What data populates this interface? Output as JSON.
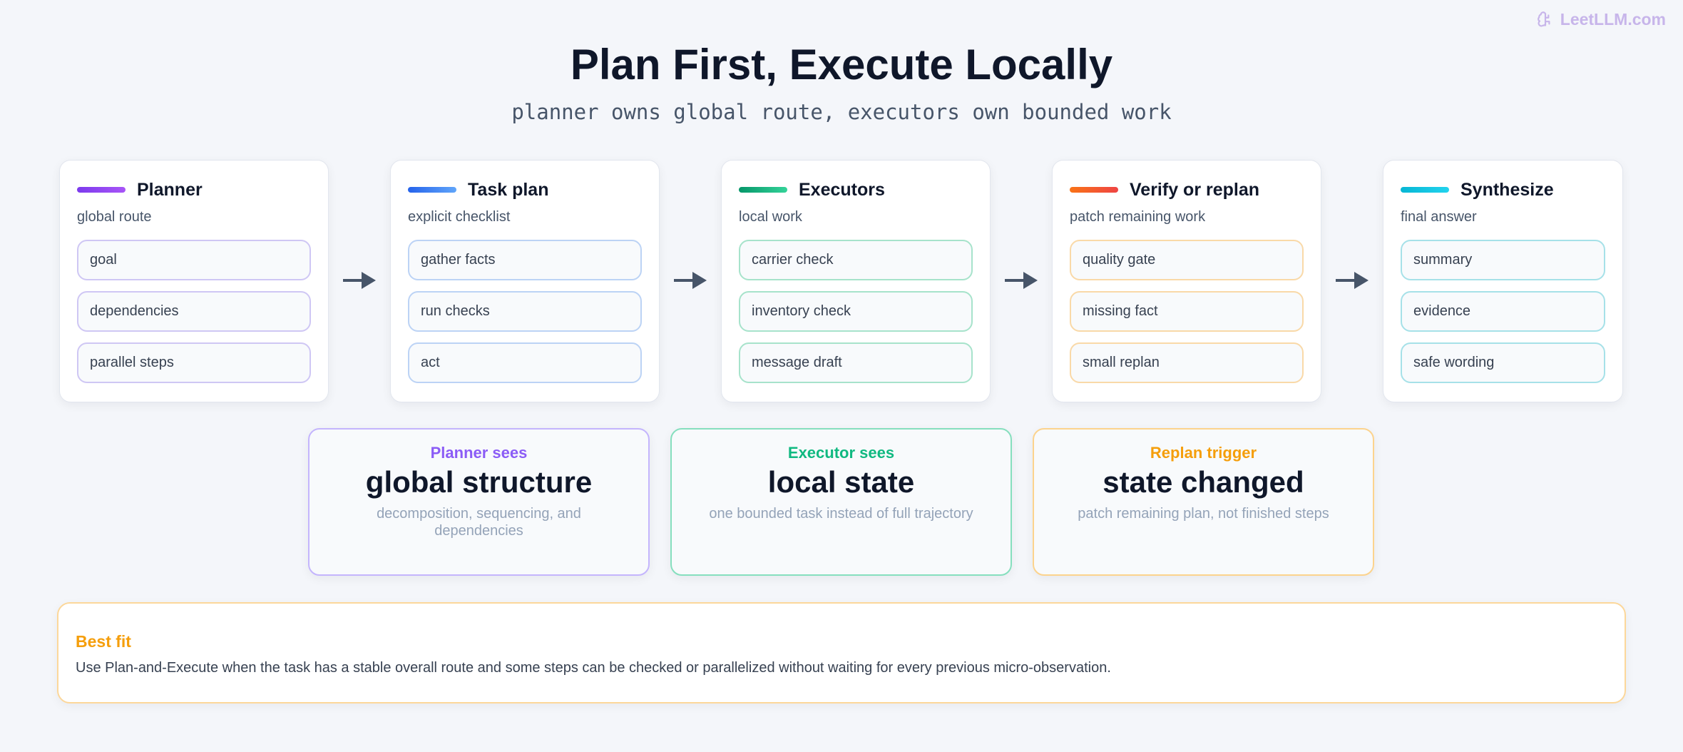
{
  "brand": {
    "name": "LeetLLM.com",
    "icon": "brain-icon",
    "color": "#c7b5ea"
  },
  "title": "Plan First, Execute Locally",
  "subtitle": "planner owns global route, executors own bounded work",
  "stages": [
    {
      "title": "Planner",
      "subtitle": "global route",
      "accent": [
        "#7c3aed",
        "#a855f7"
      ],
      "pill_border": "#cfc7f4",
      "items": [
        "goal",
        "dependencies",
        "parallel steps"
      ]
    },
    {
      "title": "Task plan",
      "subtitle": "explicit checklist",
      "accent": [
        "#2563eb",
        "#60a5fa"
      ],
      "pill_border": "#bcd3f5",
      "items": [
        "gather facts",
        "run checks",
        "act"
      ]
    },
    {
      "title": "Executors",
      "subtitle": "local work",
      "accent": [
        "#059669",
        "#34d399"
      ],
      "pill_border": "#a7e3cb",
      "items": [
        "carrier check",
        "inventory check",
        "message draft"
      ]
    },
    {
      "title": "Verify or replan",
      "subtitle": "patch remaining work",
      "accent": [
        "#f97316",
        "#ef4444"
      ],
      "pill_border": "#f9d9a8",
      "items": [
        "quality gate",
        "missing fact",
        "small replan"
      ]
    },
    {
      "title": "Synthesize",
      "subtitle": "final answer",
      "accent": [
        "#06b6d4",
        "#22d3ee"
      ],
      "pill_border": "#a6e1e8",
      "items": [
        "summary",
        "evidence",
        "safe wording"
      ]
    }
  ],
  "arrow_icon": "arrow-right-icon",
  "info_cards": [
    {
      "label": "Planner sees",
      "heading": "global structure",
      "description": "decomposition, sequencing, and dependencies",
      "color": "#8b5cf6",
      "border": "#c4b5fd"
    },
    {
      "label": "Executor sees",
      "heading": "local state",
      "description": "one bounded task instead of full trajectory",
      "color": "#10b981",
      "border": "#86dfbe"
    },
    {
      "label": "Replan trigger",
      "heading": "state changed",
      "description": "patch remaining plan, not finished steps",
      "color": "#f59e0b",
      "border": "#fcd38d"
    }
  ],
  "best_fit": {
    "label": "Best fit",
    "text": "Use Plan-and-Execute when the task has a stable overall route and some steps can be checked or parallelized without waiting for every previous micro-observation."
  }
}
